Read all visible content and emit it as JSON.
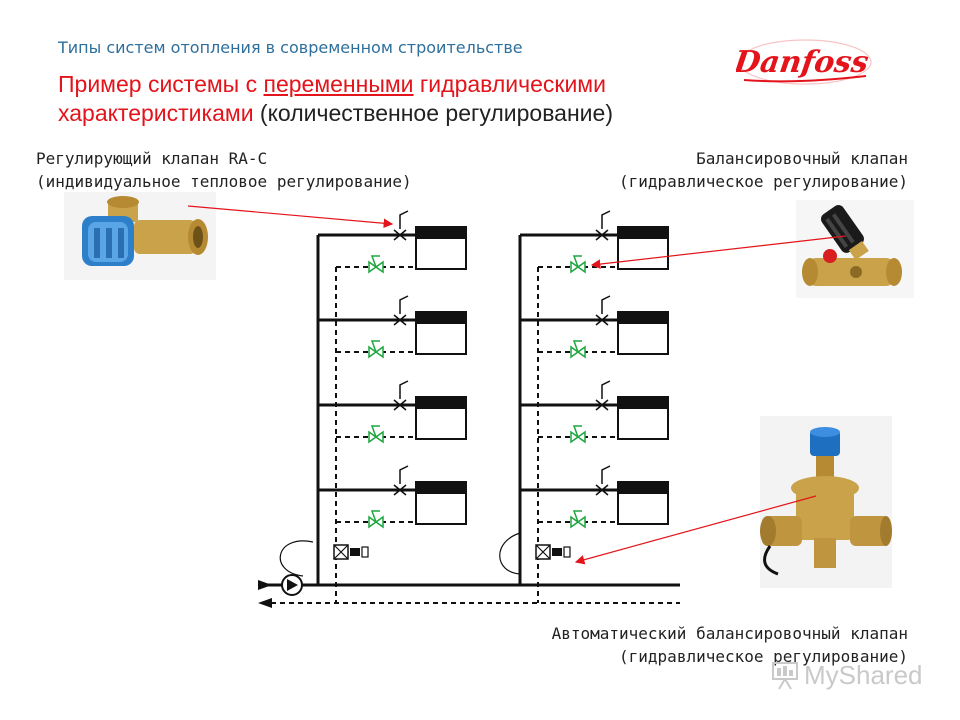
{
  "header": {
    "subtitle": "Типы систем отопления в современном строительстве",
    "title_part1": "Пример системы с ",
    "title_underlined": "переменными",
    "title_part2": " гидравлическими характеристиками",
    "title_part3": " (количественное регулирование)"
  },
  "logo": {
    "text": "Danfoss",
    "color": "#e3141b"
  },
  "labels": {
    "ra_valve_line1": "Регулирующий клапан RA-C",
    "ra_valve_line2": "(индивидуальное тепловое регулирование)",
    "balancing_line1": "Балансировочный клапан",
    "balancing_line2": "(гидравлическое регулирование)",
    "auto_line1": "Автоматический балансировочный клапан",
    "auto_line2": "(гидравлическое регулирование)"
  },
  "watermark": {
    "text": "MyShared",
    "icon": "presentation-board-icon"
  },
  "colors": {
    "pipe": "#111111",
    "valve_green": "#1fa640",
    "arrow_red": "#e3141b",
    "subtitle_blue": "#2e6f9c"
  },
  "schema": {
    "risers": 2,
    "floors_per_riser": 4,
    "icons": [
      "radiator-icon",
      "thermostatic-valve-icon",
      "balancing-valve-icon",
      "auto-balancing-valve-icon",
      "pump-icon"
    ]
  }
}
